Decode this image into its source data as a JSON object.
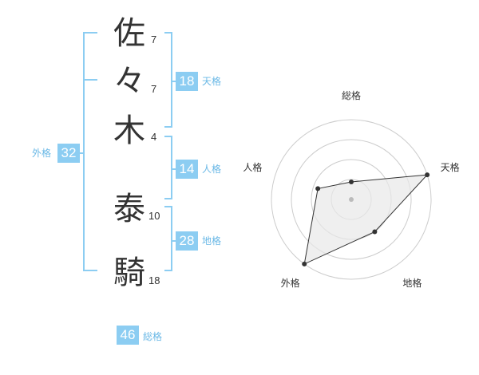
{
  "name": {
    "chars": [
      {
        "char": "佐",
        "strokes": "7"
      },
      {
        "char": "々",
        "strokes": "7"
      },
      {
        "char": "木",
        "strokes": "4"
      },
      {
        "char": "泰",
        "strokes": "10"
      },
      {
        "char": "騎",
        "strokes": "18"
      }
    ]
  },
  "fortune": {
    "tenkaku": {
      "value": "18",
      "label": "天格"
    },
    "jinkaku": {
      "value": "14",
      "label": "人格"
    },
    "chikaku": {
      "value": "28",
      "label": "地格"
    },
    "gaikaku": {
      "value": "32",
      "label": "外格"
    },
    "soukaku": {
      "value": "46",
      "label": "総格"
    }
  },
  "chart_data": {
    "type": "radar",
    "axes": [
      "総格",
      "天格",
      "地格",
      "外格",
      "人格"
    ],
    "values": [
      0.22,
      1.0,
      0.5,
      1.0,
      0.44
    ],
    "rings": 4,
    "colors": {
      "line": "#333333",
      "fill": "#e8e8e8",
      "ring": "#cccccc",
      "center": "#bbbbbb",
      "accent": "#8ccdf2"
    }
  }
}
